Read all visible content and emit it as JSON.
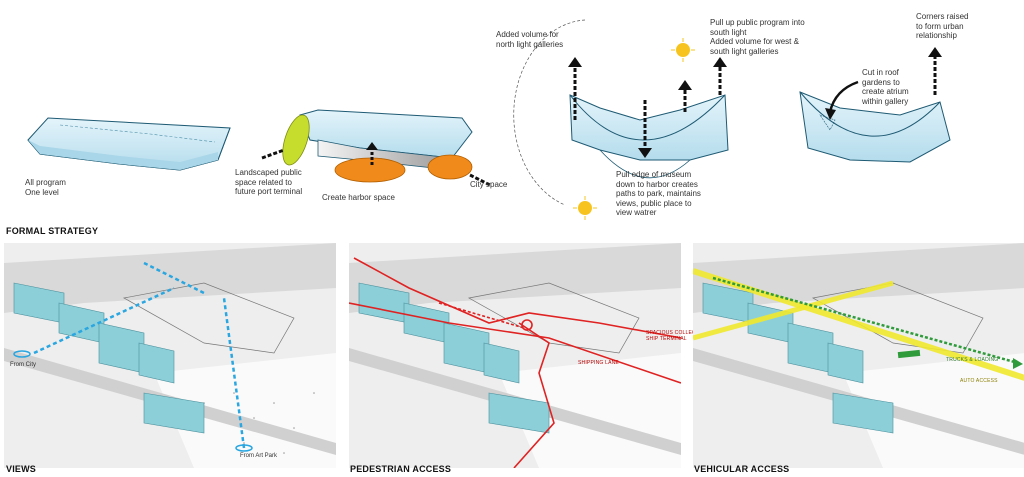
{
  "colors": {
    "volume_fill": "#cfeaf6",
    "volume_stroke": "#1e5a73",
    "green_disc": "#c6dd2d",
    "orange_disc": "#f08a1a",
    "sun": "#f7c41f",
    "building": "#8ccfd9",
    "views_arrow": "#2aa6e0",
    "pedestrian": "#e02222",
    "vehicle_yellow": "#f1e92d",
    "vehicle_green": "#2f9b3b"
  },
  "formal": {
    "step1": {
      "label": "All program\nOne level"
    },
    "step2": {
      "landscaped": "Landscaped public\nspace related to\nfuture port terminal",
      "harbor": "Create harbor space",
      "city": "City space"
    },
    "step3": {
      "north_light": "Added volume for\nnorth light galleries",
      "pull_up": "Pull up public program into\nsouth light\nAdded volume for west &\nsouth light galleries",
      "pull_edge": "Pull edge of museum\ndown to harbor creates\npaths to park, maintains\nviews, public place to\nview watrer"
    },
    "step4": {
      "corners": "Corners raised\nto form urban\nrelationship",
      "roof": "Cut in roof\ngardens to\ncreate atrium\nwithin gallery"
    }
  },
  "section_titles": {
    "formal_strategy": "FORMAL STRATEGY",
    "views": "VIEWS",
    "pedestrian": "PEDESTRIAN ACCESS",
    "vehicular": "VEHICULAR ACCESS"
  },
  "views_panel": {
    "from_city": "From City",
    "from_art_park": "From Art Park"
  },
  "pedestrian_panel": {
    "tag1": "Spacious college\nship terminal",
    "tag2": "Shipping lane"
  },
  "vehicular_panel": {
    "tag1": "Trucks & loading",
    "tag2": "Auto access"
  }
}
